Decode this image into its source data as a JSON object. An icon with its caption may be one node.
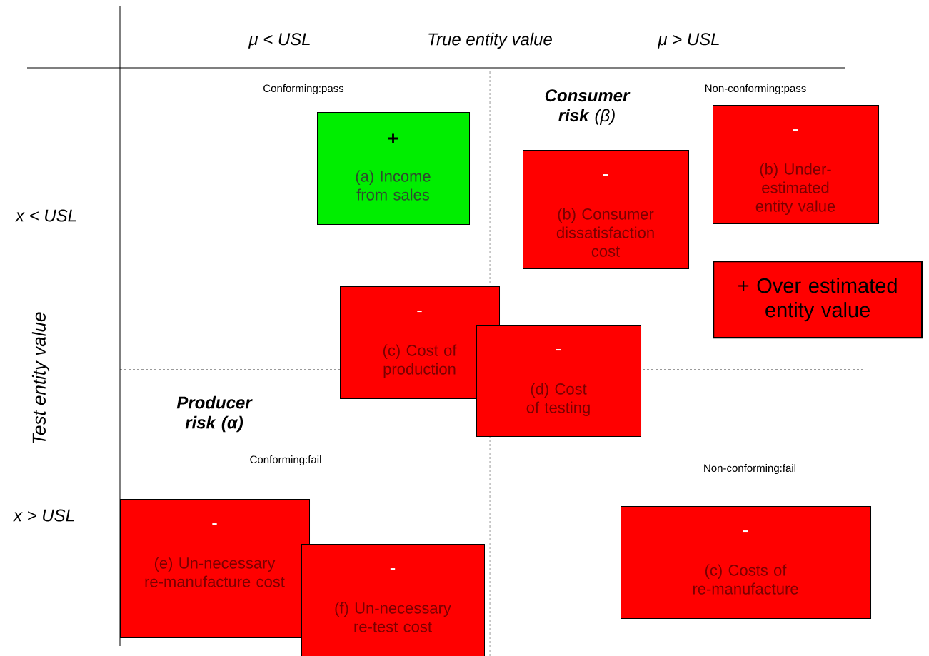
{
  "diagram": {
    "nodes": [
      {
        "text": [
          "+",
          "(a) Income from sales"
        ]
      },
      {
        "text": [
          "-",
          "(b) Consumer dissatisfaction cost"
        ]
      },
      {
        "text": [
          "-",
          "(b) Under-estimated entity value"
        ]
      },
      {
        "text": [
          "+ Over estimated entity value"
        ]
      },
      {
        "text": [
          "-",
          "(c) Cost of production"
        ]
      },
      {
        "text": [
          "-",
          "(d) Cost of testing"
        ]
      },
      {
        "text": [
          "-",
          "(e) Un-necessary re-manufacture cost"
        ]
      },
      {
        "text": [
          "-",
          "(f) Un-necessary re-test cost"
        ]
      },
      {
        "text": [
          "-",
          "(c) Costs of re-manufacture"
        ]
      }
    ],
    "labels": [
      "μ < USL",
      "True entity value",
      "μ > USL",
      "Conforming:pass",
      "**Consumer risk** (β)",
      "Non-conforming:pass",
      "x < USL",
      "Test entity value",
      "Producer risk (α)",
      "Conforming:fail",
      "Non-conforming:fail",
      "x > USL"
    ]
  }
}
